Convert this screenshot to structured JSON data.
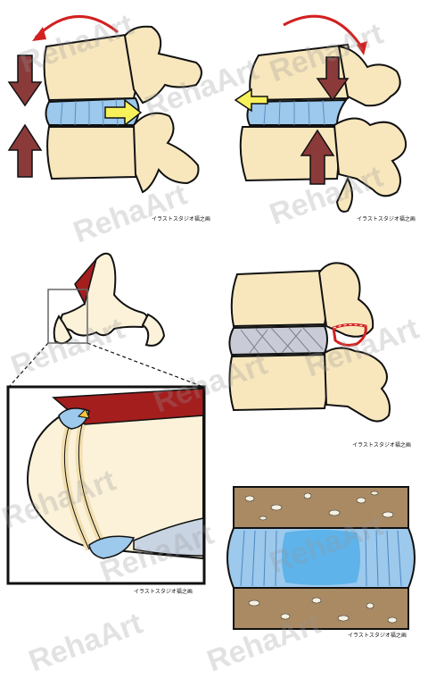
{
  "credits": {
    "panel1": "イラストスタジオ福之画",
    "panel2": "イラストスタジオ福之画",
    "panel3": "イラストスタジオ福之画",
    "panel4": "イラストスタジオ福之画",
    "panel5": "イラストスタジオ福之画"
  },
  "watermark": "RehaArt",
  "colors": {
    "bone": "#f8e7bd",
    "disc": "#9cc9ec",
    "disc_center": "#5db3ea",
    "arrow_red": "#8b3a3a",
    "arrow_yellow": "#f6f15a",
    "curve_red": "#d22020",
    "ligament_red": "#a41e1e",
    "spongy_bone": "#a98a63",
    "degenerated_disc": "#c9ccd6"
  }
}
